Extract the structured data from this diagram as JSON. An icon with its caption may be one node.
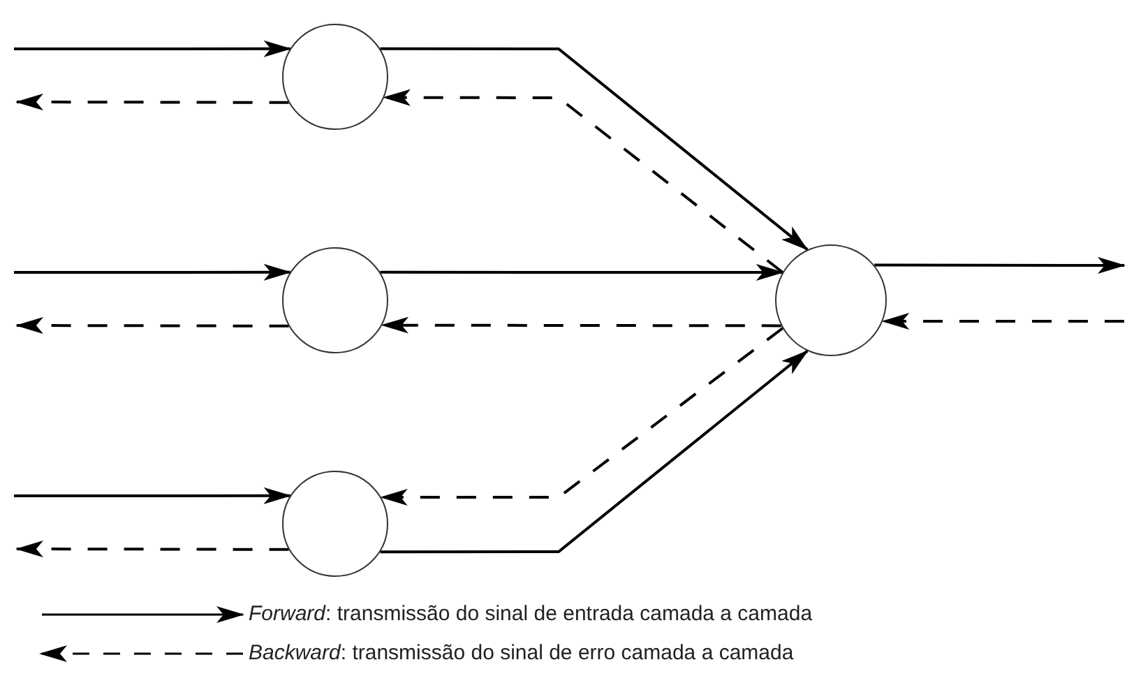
{
  "diagram": {
    "nodes": [
      {
        "text": [],
        "shape": "circle"
      },
      {
        "text": [],
        "shape": "circle"
      },
      {
        "text": [],
        "shape": "circle"
      },
      {
        "text": [],
        "shape": "circle"
      }
    ],
    "edges": [
      {
        "from": null,
        "to": 0,
        "arrow": "to"
      },
      {
        "from": 0,
        "to": null,
        "arrow": "to",
        "style": "dashed"
      },
      {
        "from": 0,
        "to": 3,
        "arrow": "to"
      },
      {
        "from": 3,
        "to": 0,
        "arrow": "to",
        "style": "dashed"
      },
      {
        "from": null,
        "to": 1,
        "arrow": "to"
      },
      {
        "from": 1,
        "to": null,
        "arrow": "to",
        "style": "dashed"
      },
      {
        "from": 1,
        "to": 3,
        "arrow": "to"
      },
      {
        "from": 3,
        "to": 1,
        "arrow": "to",
        "style": "dashed"
      },
      {
        "from": null,
        "to": 2,
        "arrow": "to"
      },
      {
        "from": 2,
        "to": null,
        "arrow": "to",
        "style": "dashed"
      },
      {
        "from": 2,
        "to": 3,
        "arrow": "to"
      },
      {
        "from": 3,
        "to": 2,
        "arrow": "to",
        "style": "dashed"
      },
      {
        "from": 3,
        "to": null,
        "arrow": "to"
      },
      {
        "from": null,
        "to": 3,
        "arrow": "to",
        "style": "dashed"
      }
    ],
    "legend": [
      {
        "text": "*Forward*: transmissão do sinal de entrada camada a camada"
      },
      {
        "text": "*Backward*: transmissão do sinal de erro camada a camada"
      }
    ]
  }
}
